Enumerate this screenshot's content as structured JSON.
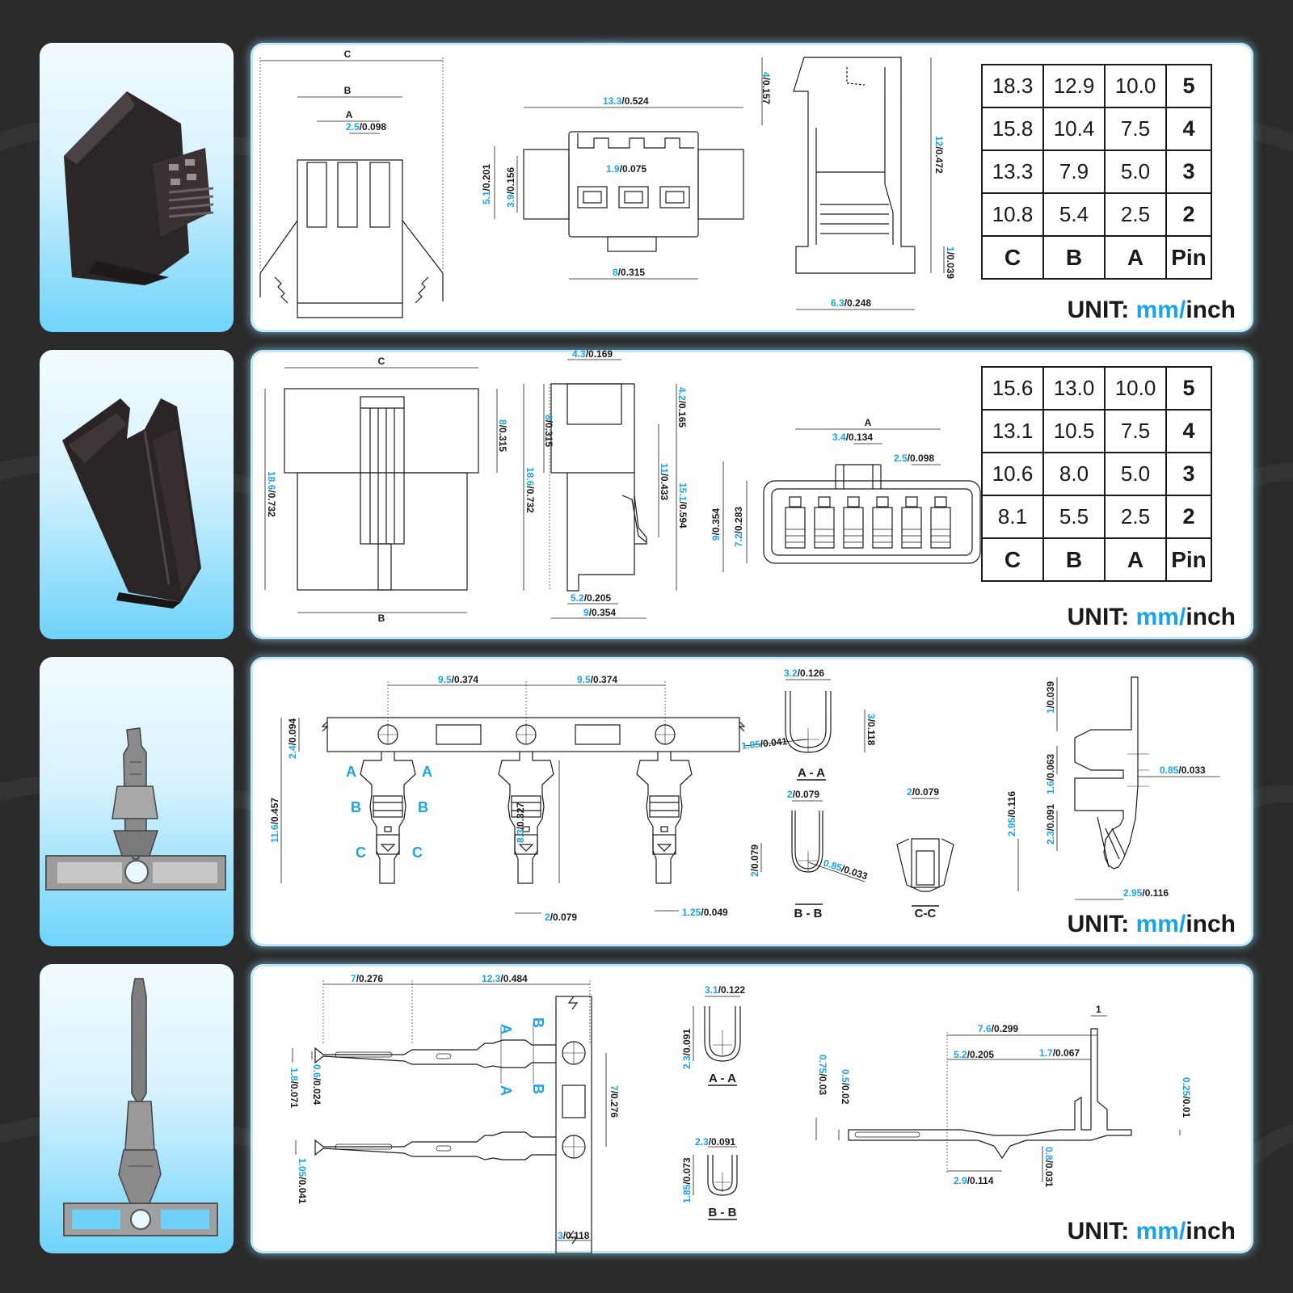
{
  "unit": {
    "label": "UNIT:",
    "mm": "mm",
    "sep": "/",
    "inch": "inch"
  },
  "colors": {
    "accent": "#1aa3e8",
    "background": "#2a2a2a",
    "panel": "#ffffff",
    "photo_gradient_end": "#6ed3fa"
  },
  "table_header": {
    "c": "C",
    "b": "B",
    "a": "A",
    "pin": "Pin"
  },
  "table1": {
    "rows": [
      {
        "c": "18.3",
        "b": "12.9",
        "a": "10.0",
        "pin": "5"
      },
      {
        "c": "15.8",
        "b": "10.4",
        "a": "7.5",
        "pin": "4"
      },
      {
        "c": "13.3",
        "b": "7.9",
        "a": "5.0",
        "pin": "3"
      },
      {
        "c": "10.8",
        "b": "5.4",
        "a": "2.5",
        "pin": "2"
      }
    ]
  },
  "table2": {
    "rows": [
      {
        "c": "15.6",
        "b": "13.0",
        "a": "10.0",
        "pin": "5"
      },
      {
        "c": "13.1",
        "b": "10.5",
        "a": "7.5",
        "pin": "4"
      },
      {
        "c": "10.6",
        "b": "8.0",
        "a": "5.0",
        "pin": "3"
      },
      {
        "c": "8.1",
        "b": "5.5",
        "a": "2.5",
        "pin": "2"
      }
    ]
  },
  "dims": {
    "r1": {
      "c": "C",
      "b": "B",
      "a": "A",
      "pitch_mm": "2.5",
      "pitch_in": "/0.098",
      "w_mm": "13.3",
      "w_in": "/0.524",
      "h1_mm": "5.1",
      "h1_in": "/0.201",
      "h2_mm": "3.9",
      "h2_in": "/0.156",
      "g_mm": "1.9",
      "g_in": "/0.075",
      "bw_mm": "8",
      "bw_in": "/0.315",
      "top_mm": "4",
      "top_in": "/0.157",
      "ht_mm": "12",
      "ht_in": "/0.472",
      "base_mm": "1",
      "base_in": "/0.039",
      "d_mm": "6.3",
      "d_in": "/0.248"
    },
    "r2": {
      "c": "C",
      "b": "B",
      "a": "A",
      "top_mm": "4.3",
      "top_in": "/0.169",
      "lh_mm": "8",
      "lh_in": "/0.315",
      "th_mm": "18.6",
      "th_in": "/0.732",
      "th2_mm": "18.6",
      "th2_in": "/0.732",
      "lh2_mm": "8",
      "lh2_in": "/0.315",
      "s1_mm": "4.2",
      "s1_in": "/0.165",
      "s2_mm": "11",
      "s2_in": "/0.433",
      "s3_mm": "15.1",
      "s3_in": "/0.594",
      "bw1_mm": "5.2",
      "bw1_in": "/0.205",
      "bw2_mm": "9",
      "bw2_in": "/0.354",
      "fp_mm": "3.4",
      "fp_in": "/0.134",
      "fg_mm": "2.5",
      "fg_in": "/0.098",
      "fh1_mm": "9",
      "fh1_in": "/0.354",
      "fh2_mm": "7.2",
      "fh2_in": "/0.283"
    },
    "r3": {
      "p1_mm": "9.5",
      "p1_in": "/0.374",
      "p2_mm": "9.5",
      "p2_in": "/0.374",
      "h1_mm": "2.4",
      "h1_in": "/0.094",
      "h2_mm": "11.6",
      "h2_in": "/0.457",
      "h3_mm": "8.3",
      "h3_in": "/0.327",
      "w1_mm": "2",
      "w1_in": "/0.079",
      "w2_mm": "1.25",
      "w2_in": "/0.049",
      "sec_a_w_mm": "3.2",
      "sec_a_w_in": "/0.126",
      "sec_a_r_mm": "1.05",
      "sec_a_r_in": "/0.041",
      "sec_a_h_mm": "3",
      "sec_a_h_in": "/0.118",
      "sec_a": "A - A",
      "sec_b_w_mm": "2",
      "sec_b_w_in": "/0.079",
      "sec_b_h_mm": "2",
      "sec_b_h_in": "/0.079",
      "sec_b_r_mm": "0.85",
      "sec_b_r_in": "/0.033",
      "sec_b": "B - B",
      "sec_c_w_mm": "2",
      "sec_c_w_in": "/0.079",
      "sec_c_h_mm": "2.95",
      "sec_c_h_in": "/0.116",
      "sec_c": "C-C",
      "sv1_mm": "1",
      "sv1_in": "/0.039",
      "sv2_mm": "1.6",
      "sv2_in": "/0.063",
      "sv3_mm": "2.3",
      "sv3_in": "/0.091",
      "sv4_mm": "0.85",
      "sv4_in": "/0.033",
      "sv5_mm": "2.95",
      "sv5_in": "/0.116",
      "lbl_a": "A",
      "lbl_b": "B",
      "lbl_c": "C"
    },
    "r4": {
      "l1_mm": "7",
      "l1_in": "/0.276",
      "l2_mm": "12.3",
      "l2_in": "/0.484",
      "d1_mm": "1.8",
      "d1_in": "/0.071",
      "d2_mm": "0.6",
      "d2_in": "/0.024",
      "d3_mm": "1.05",
      "d3_in": "/0.041",
      "p_mm": "7",
      "p_in": "/0.276",
      "b_mm": "3",
      "b_in": "/0.118",
      "sa_w_mm": "3.1",
      "sa_w_in": "/0.122",
      "sa_h_mm": "2.3",
      "sa_h_in": "/0.091",
      "sec_a": "A - A",
      "sb_w_mm": "2.3",
      "sb_w_in": "/0.091",
      "sb_h_mm": "1.85",
      "sb_h_in": "/0.073",
      "sec_b": "B - B",
      "sv1_mm": "7.6",
      "sv1_in": "/0.299",
      "sv2_mm": "5.2",
      "sv2_in": "/0.205",
      "sv3_mm": "1.7",
      "sv3_in": "/0.067",
      "sv_top": "1",
      "sv4_mm": "0.75",
      "sv4_in": "/0.03",
      "sv5_mm": "0.5",
      "sv5_in": "/0.02",
      "sv6_mm": "0.25",
      "sv6_in": "/0.01",
      "sv7_mm": "2.9",
      "sv7_in": "/0.114",
      "sv8_mm": "0.8",
      "sv8_in": "/0.031",
      "lbl_a": "A",
      "lbl_b": "B"
    }
  }
}
